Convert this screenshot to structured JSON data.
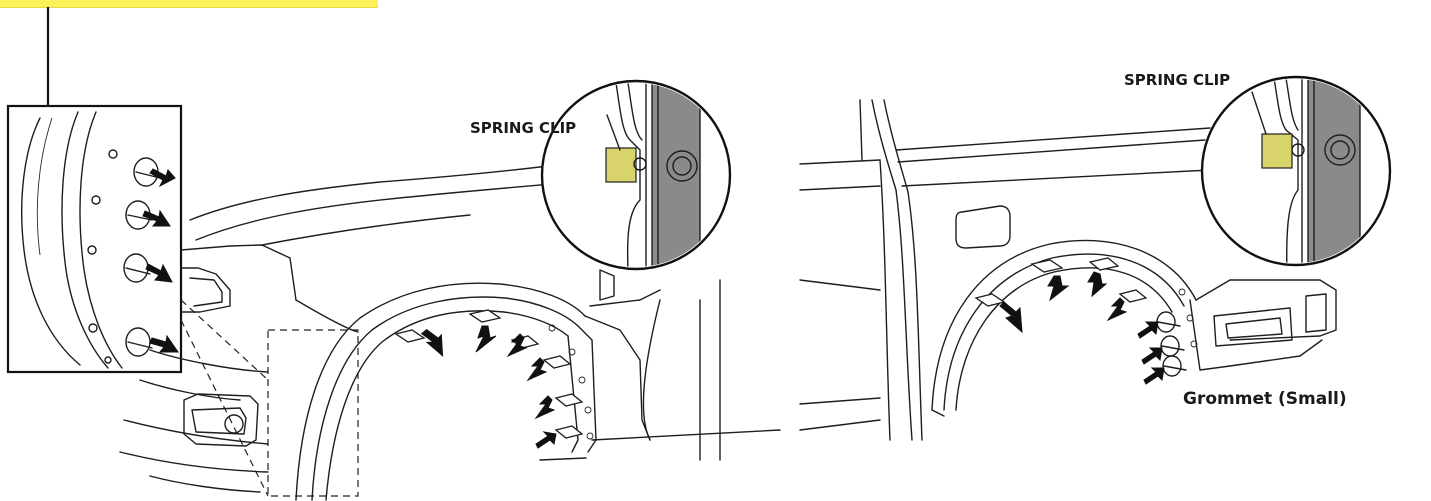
{
  "labels": {
    "spring_clip_left": "SPRING CLIP",
    "spring_clip_right": "SPRING CLIP",
    "grommet": "Grommet (Small)"
  },
  "colors": {
    "highlight_yellow": "#fbf25a",
    "spring_clip_yellow": "#d8d36a",
    "pillar_grey": "#8a8a8a",
    "line": "#1e1e1e"
  }
}
